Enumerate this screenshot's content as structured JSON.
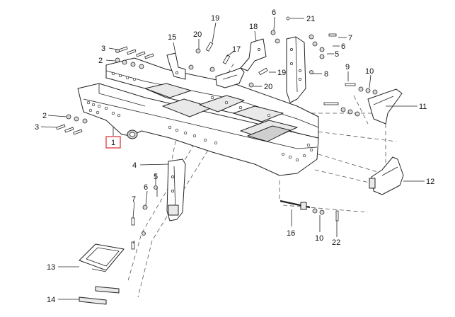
{
  "callouts": [
    {
      "label": "1"
    },
    {
      "label": "2"
    },
    {
      "label": "2"
    },
    {
      "label": "3"
    },
    {
      "label": "3"
    },
    {
      "label": "4"
    },
    {
      "label": "5"
    },
    {
      "label": "5"
    },
    {
      "label": "6"
    },
    {
      "label": "6"
    },
    {
      "label": "6"
    },
    {
      "label": "7"
    },
    {
      "label": "7"
    },
    {
      "label": "8"
    },
    {
      "label": "9"
    },
    {
      "label": "10"
    },
    {
      "label": "10"
    },
    {
      "label": "11"
    },
    {
      "label": "12"
    },
    {
      "label": "13"
    },
    {
      "label": "14"
    },
    {
      "label": "15"
    },
    {
      "label": "16"
    },
    {
      "label": "17"
    },
    {
      "label": "18"
    },
    {
      "label": "19"
    },
    {
      "label": "19"
    },
    {
      "label": "20"
    },
    {
      "label": "20"
    },
    {
      "label": "21"
    },
    {
      "label": "22"
    }
  ],
  "highlight": {
    "label": "1",
    "color": "#e0282e"
  }
}
